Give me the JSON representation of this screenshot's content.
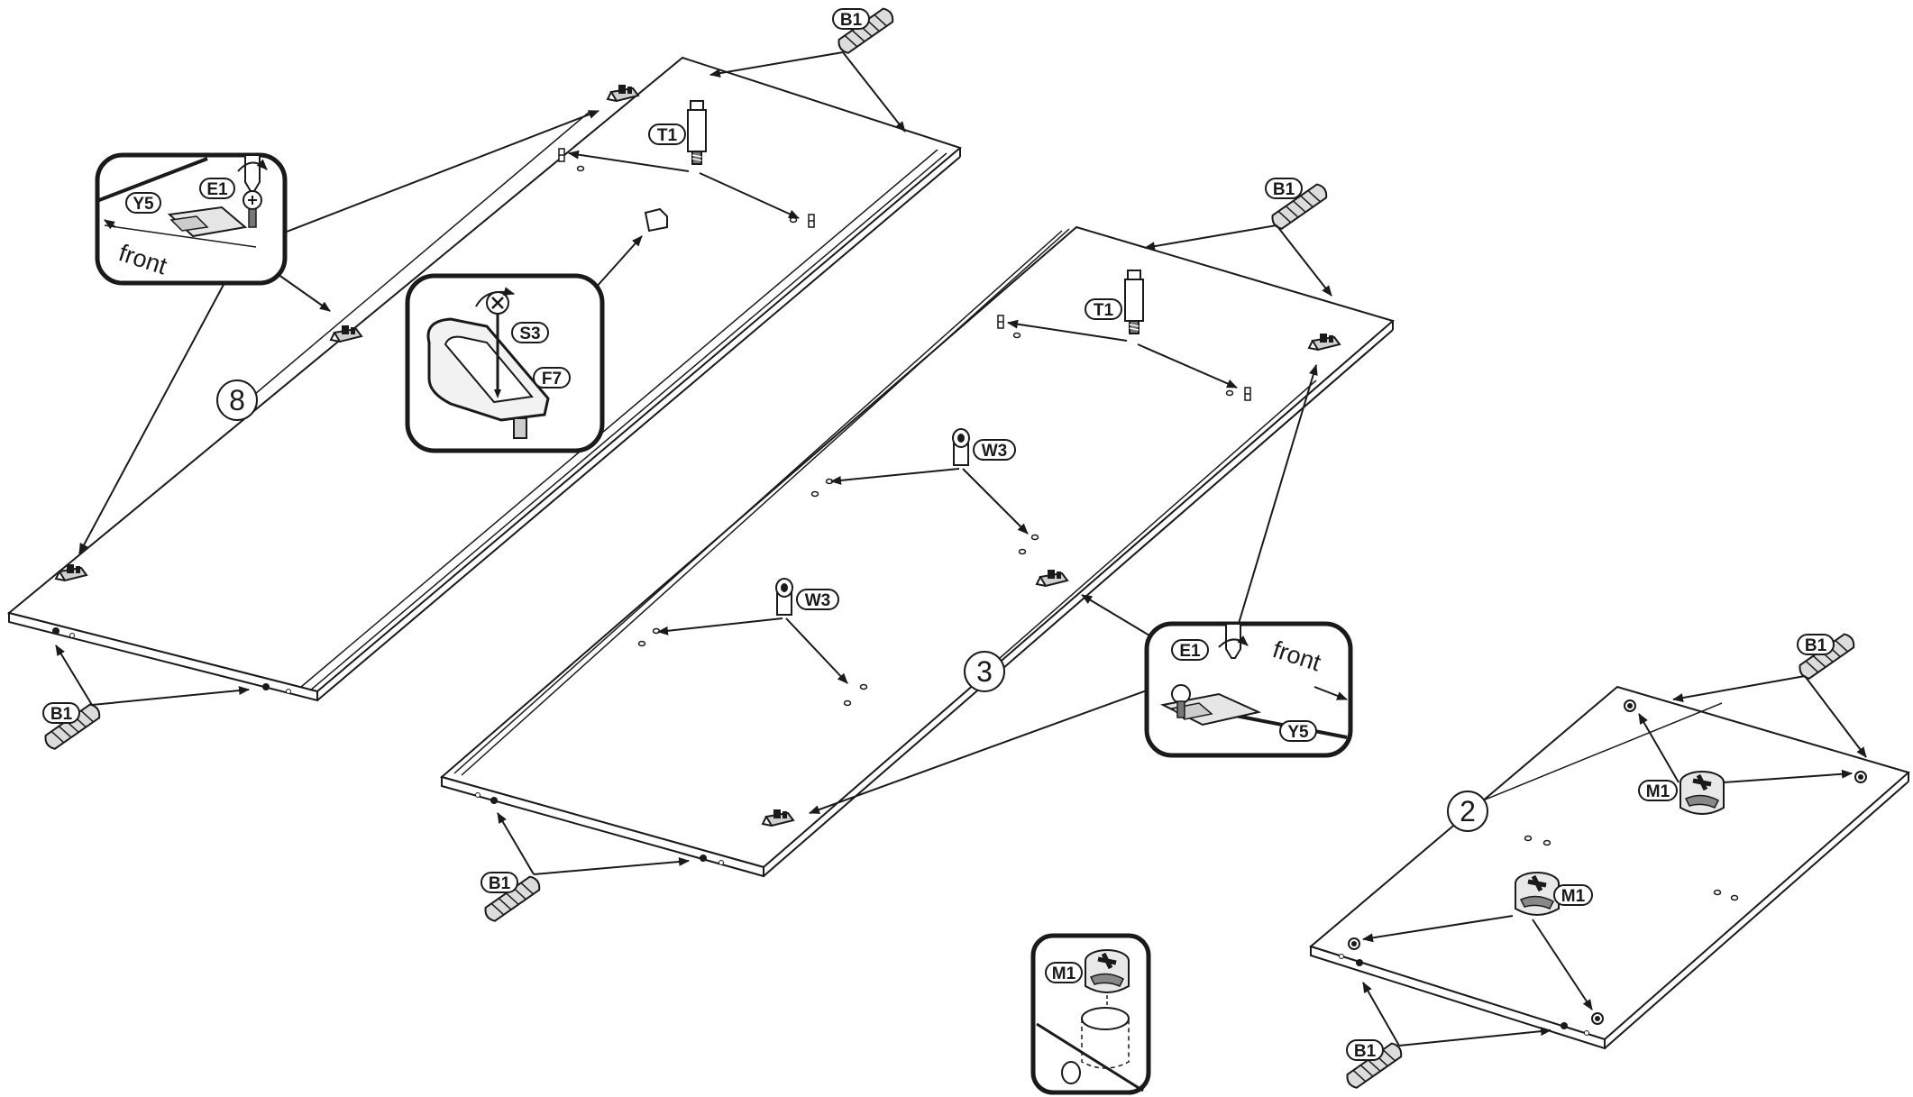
{
  "panels": [
    {
      "id": "panel-8",
      "number": "8"
    },
    {
      "id": "panel-3",
      "number": "3"
    },
    {
      "id": "panel-2",
      "number": "2"
    }
  ],
  "parts": {
    "B1": "B1",
    "T1": "T1",
    "W3": "W3",
    "E1": "E1",
    "Y5": "Y5",
    "S3": "S3",
    "F7": "F7",
    "M1": "M1"
  },
  "front_label": "front",
  "colors": {
    "line": "#1a1a1a",
    "panel_fill": "#ffffff",
    "part_fill": "#e6e6e6"
  },
  "icons": [
    "dowel-icon",
    "screw-icon",
    "hinge-plate-icon",
    "cam-lock-icon",
    "shelf-support-icon",
    "pin-icon",
    "rotation-arrow-icon"
  ]
}
